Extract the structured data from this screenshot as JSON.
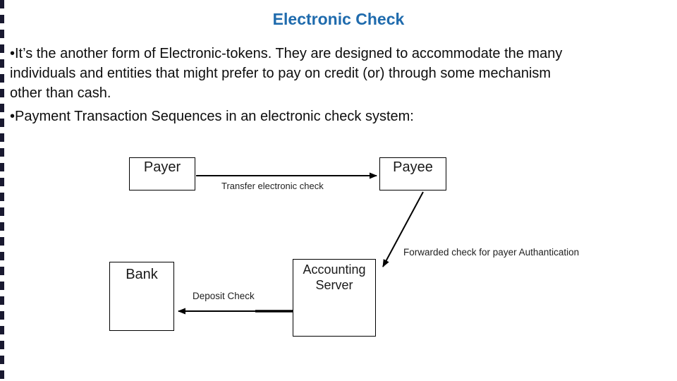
{
  "slide": {
    "title": "Electronic Check",
    "title_color": "#1F6BAD",
    "accent_border_color": "#191930",
    "bullet1": {
      "line1": "•It’s the another form of Electronic-tokens. They are designed to accommodate the many",
      "line2": "individuals and entities that might prefer to pay on credit (or) through some mechanism",
      "line3": "other than cash."
    },
    "bullet2": "•Payment Transaction Sequences in an electronic check system:"
  },
  "diagram": {
    "nodes": {
      "payer": "Payer",
      "payee": "Payee",
      "bank": "Bank",
      "accounting": "Accounting\nServer"
    },
    "edges": {
      "transfer": "Transfer electronic check",
      "forwarded": "Forwarded check for payer Authantication",
      "deposit": "Deposit Check"
    }
  }
}
